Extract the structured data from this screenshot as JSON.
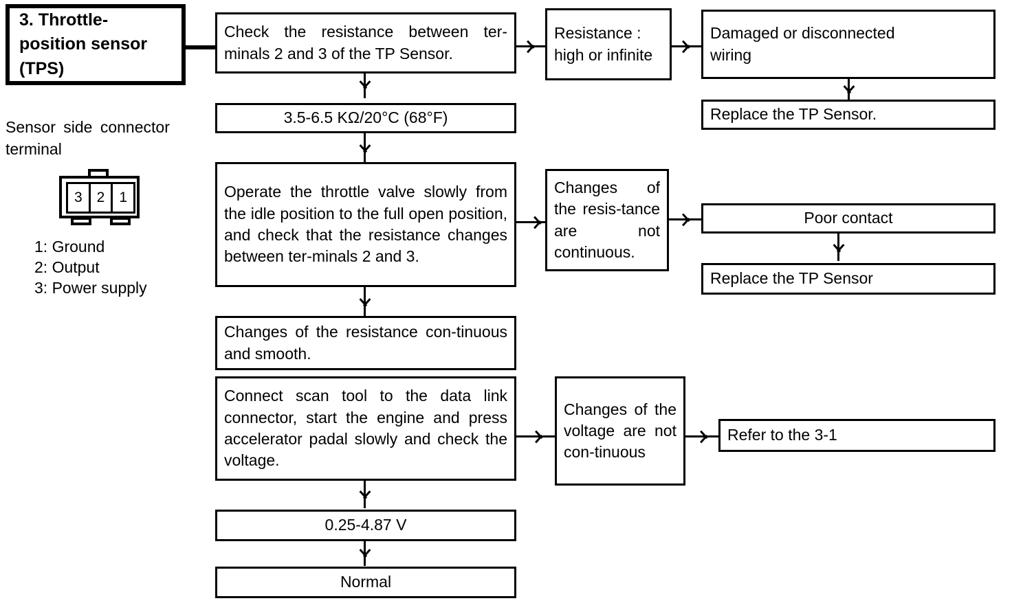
{
  "document": {
    "type": "troubleshooting-flowchart",
    "subject": "Throttle-position sensor (TPS)"
  },
  "title_box": {
    "label": "3. Throttle-\nposition sensor\n(TPS)"
  },
  "sidebar": {
    "caption": "Sensor  side  connector\nterminal",
    "connector": {
      "pins": [
        "3",
        "2",
        "1"
      ]
    },
    "legend": [
      "1: Ground",
      "2: Output",
      "3: Power supply"
    ]
  },
  "flow": {
    "step_check_resistance": "Check the resistance between ter-minals 2 and 3 of the TP Sensor.",
    "spec_resistance": "3.5-6.5 KΩ/20°C (68°F)",
    "branch_resistance_high": "Resistance :\nhigh or infinite",
    "result_damaged_wiring": "Damaged or disconnected\nwiring",
    "action_replace_sensor_1": "Replace the TP Sensor.",
    "step_operate_throttle": "Operate the throttle valve slowly from the idle position to the full open position, and check that the resistance changes between ter-minals 2 and 3.",
    "branch_resistance_not_continuous": "Changes of the resis-tance are not continuous.",
    "result_poor_contact": "Poor contact",
    "action_replace_sensor_2": "Replace the  TP Sensor",
    "state_resistance_continuous": "Changes of the resistance con-tinuous and smooth.",
    "step_scan_tool": "Connect scan tool to the data link connector, start the engine and press accelerator padal slowly and check the voltage.",
    "branch_voltage_not_continuous": "Changes of the voltage are not con-tinuous",
    "result_refer_3_1": "Refer to the 3-1",
    "spec_voltage": "0.25-4.87 V",
    "state_normal": "Normal"
  },
  "colors": {
    "ink": "#000000",
    "paper": "#ffffff"
  }
}
